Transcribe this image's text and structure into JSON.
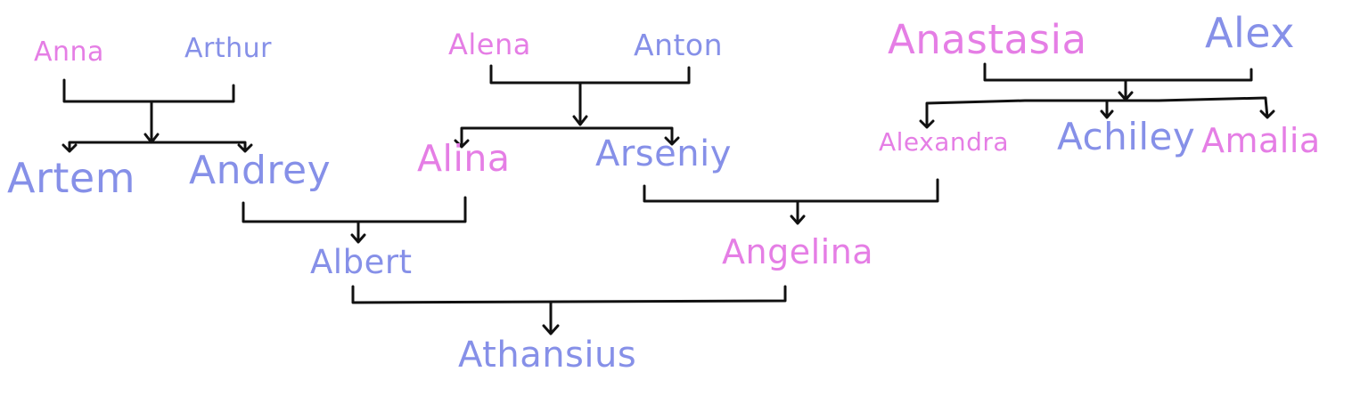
{
  "colors": {
    "female": "#e57ee5",
    "male": "#8690e8",
    "line": "#111111"
  },
  "people": {
    "anna": "Anna",
    "arthur": "Arthur",
    "alena": "Alena",
    "anton": "Anton",
    "anastasia": "Anastasia",
    "alex": "Alex",
    "artem": "Artem",
    "andrey": "Andrey",
    "alina": "Alina",
    "arseniy": "Arseniy",
    "alexandra": "Alexandra",
    "achiley": "Achiley",
    "amalia": "Amalia",
    "albert": "Albert",
    "angelina": "Angelina",
    "athansius": "Athansius"
  }
}
